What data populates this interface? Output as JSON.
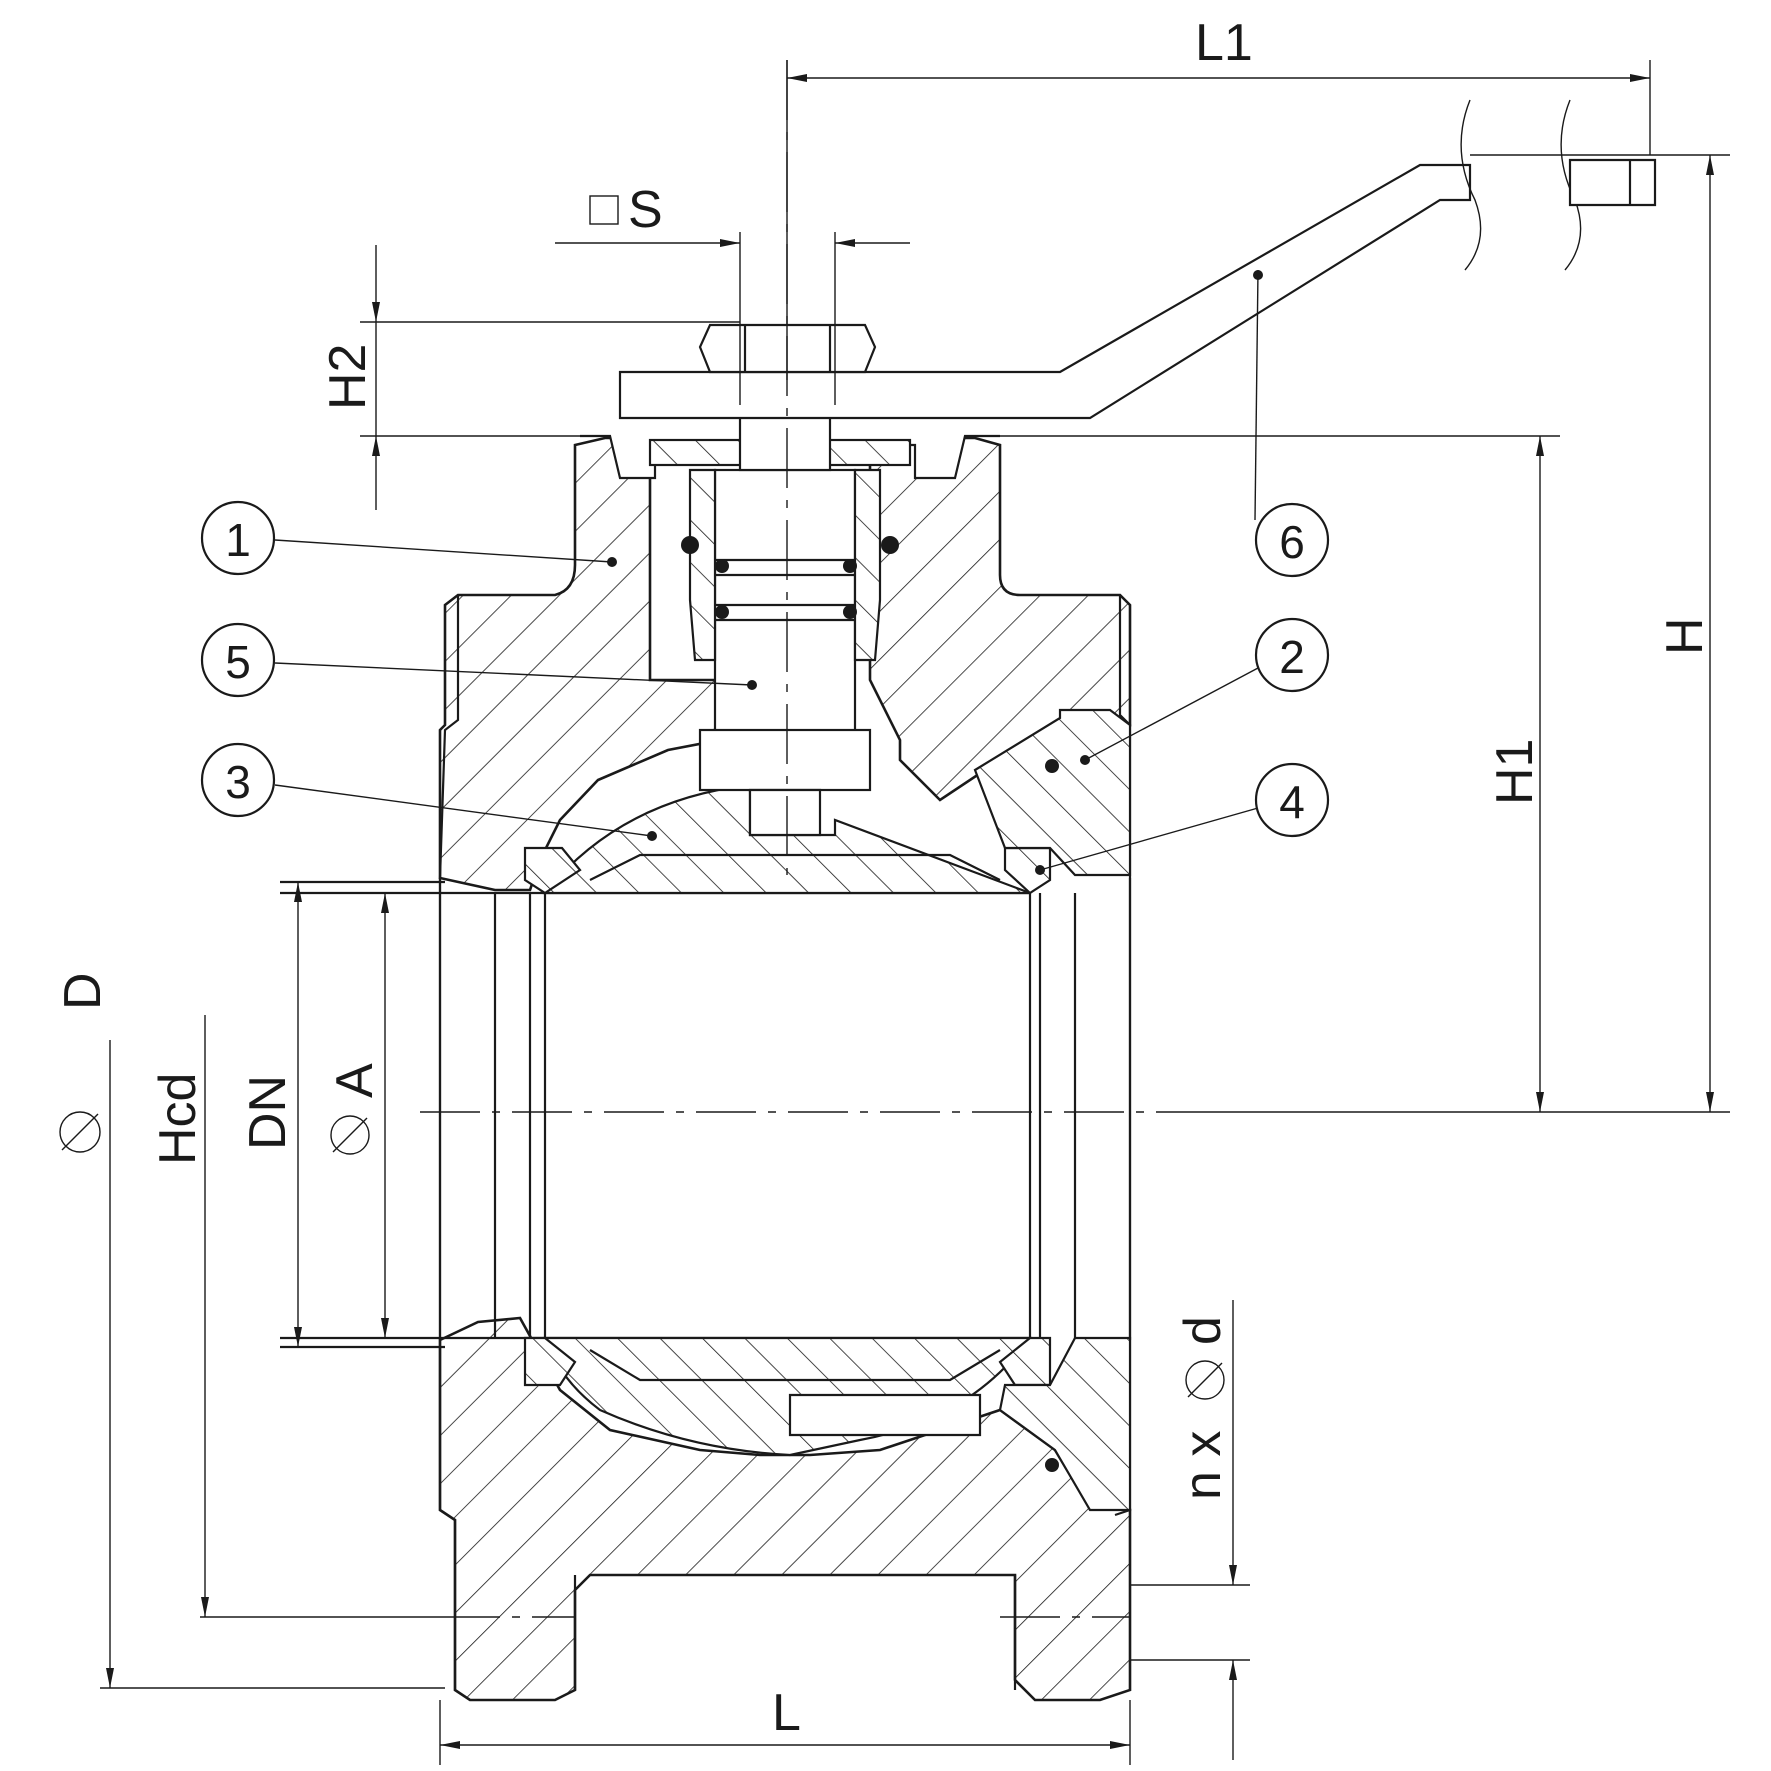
{
  "drawing": {
    "dimensions": {
      "L1": "L1",
      "S": "S",
      "H2": "H2",
      "H": "H",
      "H1": "H1",
      "D": "D",
      "Hcd": "Hcd",
      "DN": "DN",
      "A": "A",
      "nxd": "n x",
      "d": "d",
      "L": "L"
    },
    "part_numbers": [
      "1",
      "2",
      "3",
      "4",
      "5",
      "6"
    ],
    "symbols": {
      "diameter": "⌀",
      "square": "□"
    }
  }
}
